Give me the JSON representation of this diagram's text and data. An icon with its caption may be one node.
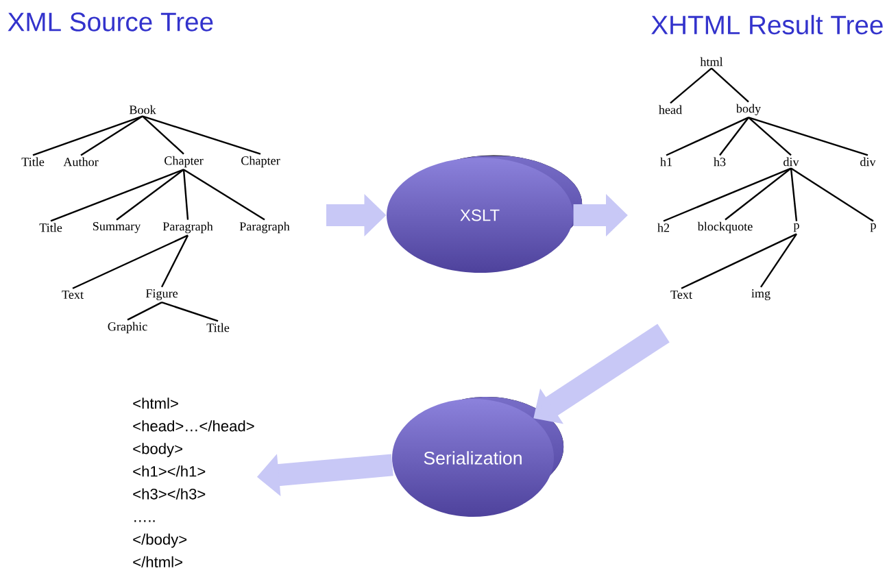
{
  "diagram": {
    "nodes": [
      {
        "text": [
          "Book"
        ]
      },
      {
        "text": [
          "Title"
        ]
      },
      {
        "text": [
          "Author"
        ]
      },
      {
        "text": [
          "Chapter"
        ]
      },
      {
        "text": [
          "Chapter"
        ]
      },
      {
        "text": [
          "Title"
        ]
      },
      {
        "text": [
          "Summary"
        ]
      },
      {
        "text": [
          "Paragraph"
        ]
      },
      {
        "text": [
          "Paragraph"
        ]
      },
      {
        "text": [
          "Text"
        ]
      },
      {
        "text": [
          "Figure"
        ]
      },
      {
        "text": [
          "Graphic"
        ]
      },
      {
        "text": [
          "Title"
        ]
      },
      {
        "text": [
          "html"
        ]
      },
      {
        "text": [
          "head"
        ]
      },
      {
        "text": [
          "body"
        ]
      },
      {
        "text": [
          "h1"
        ]
      },
      {
        "text": [
          "h3"
        ]
      },
      {
        "text": [
          "div"
        ]
      },
      {
        "text": [
          "div"
        ]
      },
      {
        "text": [
          "h2"
        ]
      },
      {
        "text": [
          "blockquote"
        ]
      },
      {
        "text": [
          "p"
        ]
      },
      {
        "text": [
          "p"
        ]
      },
      {
        "text": [
          "Text"
        ]
      },
      {
        "text": [
          "img"
        ]
      },
      {
        "text": [
          "XSLT"
        ]
      },
      {
        "text": [
          "Serialization"
        ]
      },
      {
        "text": [
          "<html>",
          "<head>…</head>",
          "<body>",
          "<h1></h1>",
          "<h3></h3>",
          "…..",
          "</body>",
          "</html>"
        ]
      }
    ],
    "edges": [
      {
        "from": 0,
        "to": 1,
        "arrow": "none"
      },
      {
        "from": 0,
        "to": 2,
        "arrow": "none"
      },
      {
        "from": 0,
        "to": 3,
        "arrow": "none"
      },
      {
        "from": 0,
        "to": 4,
        "arrow": "none"
      },
      {
        "from": 3,
        "to": 5,
        "arrow": "none"
      },
      {
        "from": 3,
        "to": 6,
        "arrow": "none"
      },
      {
        "from": 3,
        "to": 7,
        "arrow": "none"
      },
      {
        "from": 3,
        "to": 8,
        "arrow": "none"
      },
      {
        "from": 7,
        "to": 9,
        "arrow": "none"
      },
      {
        "from": 7,
        "to": 10,
        "arrow": "none"
      },
      {
        "from": 10,
        "to": 11,
        "arrow": "none"
      },
      {
        "from": 10,
        "to": 12,
        "arrow": "none"
      },
      {
        "from": 13,
        "to": 14,
        "arrow": "none"
      },
      {
        "from": 13,
        "to": 15,
        "arrow": "none"
      },
      {
        "from": 15,
        "to": 16,
        "arrow": "none"
      },
      {
        "from": 15,
        "to": 17,
        "arrow": "none"
      },
      {
        "from": 15,
        "to": 18,
        "arrow": "none"
      },
      {
        "from": 15,
        "to": 19,
        "arrow": "none"
      },
      {
        "from": 18,
        "to": 20,
        "arrow": "none"
      },
      {
        "from": 18,
        "to": 21,
        "arrow": "none"
      },
      {
        "from": 18,
        "to": 22,
        "arrow": "none"
      },
      {
        "from": 18,
        "to": 23,
        "arrow": "none"
      },
      {
        "from": 22,
        "to": 24,
        "arrow": "none"
      },
      {
        "from": 22,
        "to": 25,
        "arrow": "none"
      },
      {
        "from": null,
        "to": 26,
        "arrow": "to",
        "style": "thick",
        "color": "#c8c8f6"
      },
      {
        "from": 26,
        "to": null,
        "arrow": "to",
        "style": "thick",
        "color": "#c8c8f6"
      },
      {
        "from": null,
        "to": 27,
        "arrow": "to",
        "style": "thick",
        "color": "#c8c8f6"
      },
      {
        "from": 27,
        "to": 28,
        "arrow": "to",
        "style": "thick",
        "color": "#c8c8f6"
      }
    ],
    "labels": [
      "XML Source Tree",
      "XHTML Result Tree"
    ]
  }
}
